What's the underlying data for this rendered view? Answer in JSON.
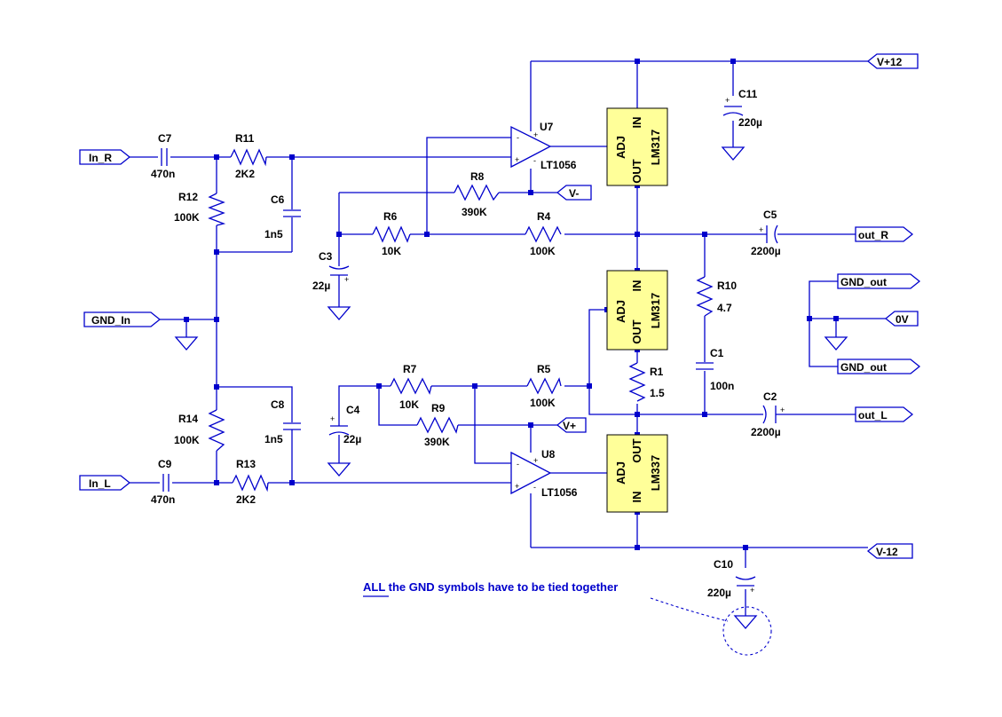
{
  "ports": {
    "vpos12": "V+12",
    "vneg12": "V-12",
    "vneg": "V-",
    "vpos": "V+",
    "in_r": "In_R",
    "in_l": "In_L",
    "gnd_in": "GND_In",
    "out_r": "out_R",
    "out_l": "out_L",
    "zero_v": "0V",
    "gnd_out_1": "GND_out",
    "gnd_out_2": "GND_out"
  },
  "components": {
    "u7": {
      "ref": "U7",
      "value": "LT1056"
    },
    "u8": {
      "ref": "U8",
      "value": "LT1056"
    },
    "reg_top": {
      "adj": "ADJ",
      "out": "OUT",
      "in": "IN",
      "part": "LM317"
    },
    "reg_mid": {
      "adj": "ADJ",
      "out": "OUT",
      "in": "IN",
      "part": "LM317"
    },
    "reg_bot": {
      "adj": "ADJ",
      "out": "OUT",
      "in": "IN",
      "part": "LM337"
    },
    "c7": {
      "ref": "C7",
      "value": "470n"
    },
    "c9": {
      "ref": "C9",
      "value": "470n"
    },
    "r11": {
      "ref": "R11",
      "value": "2K2"
    },
    "r13": {
      "ref": "R13",
      "value": "2K2"
    },
    "r12": {
      "ref": "R12",
      "value": "100K"
    },
    "r14": {
      "ref": "R14",
      "value": "100K"
    },
    "c6": {
      "ref": "C6",
      "value": "1n5"
    },
    "c8": {
      "ref": "C8",
      "value": "1n5"
    },
    "r8": {
      "ref": "R8",
      "value": "390K"
    },
    "r9": {
      "ref": "R9",
      "value": "390K"
    },
    "r6": {
      "ref": "R6",
      "value": "10K"
    },
    "r7": {
      "ref": "R7",
      "value": "10K"
    },
    "r4": {
      "ref": "R4",
      "value": "100K"
    },
    "r5": {
      "ref": "R5",
      "value": "100K"
    },
    "c3": {
      "ref": "C3",
      "value": "22µ"
    },
    "c4": {
      "ref": "C4",
      "value": "22µ"
    },
    "c5": {
      "ref": "C5",
      "value": "2200µ"
    },
    "c2": {
      "ref": "C2",
      "value": "2200µ"
    },
    "r10": {
      "ref": "R10",
      "value": "4.7"
    },
    "c1": {
      "ref": "C1",
      "value": "100n"
    },
    "r1": {
      "ref": "R1",
      "value": "1.5"
    },
    "c11": {
      "ref": "C11",
      "value": "220µ"
    },
    "c10": {
      "ref": "C10",
      "value": "220µ"
    }
  },
  "pin_marks": {
    "plus": "+",
    "minus": "-"
  },
  "note": {
    "prefix": "ALL",
    "rest": " the GND symbols have to be tied together"
  },
  "colors": {
    "wire": "#0000cc",
    "regulator_fill": "#ffff99",
    "text": "#000000",
    "note": "#0000cc"
  }
}
